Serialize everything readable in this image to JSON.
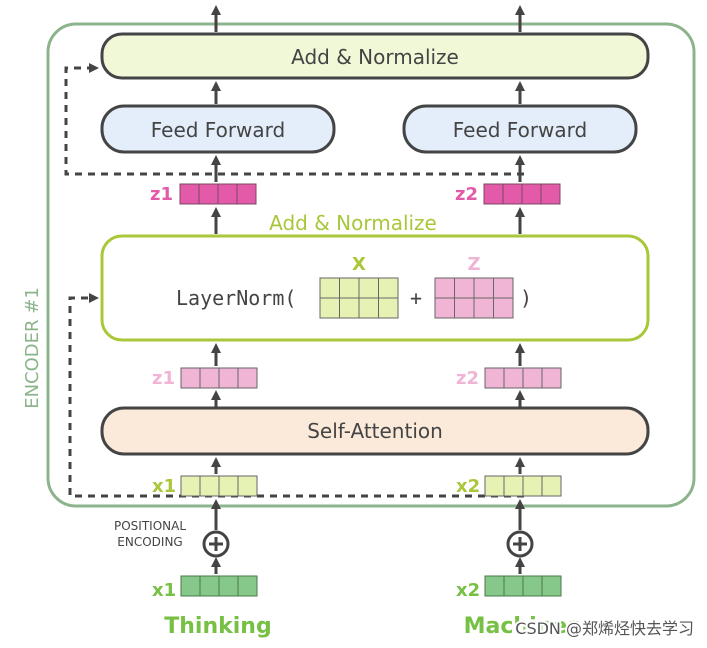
{
  "encoder_label": "ENCODER #1",
  "add_normalize_top": "Add & Normalize",
  "feed_forward_left": "Feed Forward",
  "feed_forward_right": "Feed Forward",
  "add_normalize_mid": "Add & Normalize",
  "layernorm_prefix": "LayerNorm(",
  "layernorm_plus": "+",
  "layernorm_suffix": ")",
  "x_matrix_label": "X",
  "z_matrix_label": "Z",
  "self_attention": "Self-Attention",
  "z1_top": "z1",
  "z2_top": "z2",
  "z1_mid": "z1",
  "z2_mid": "z2",
  "x1_inner": "x1",
  "x2_inner": "x2",
  "x1_input": "x1",
  "x2_input": "x2",
  "positional_line1": "POSITIONAL",
  "positional_line2": "ENCODING",
  "plus_symbol": "+",
  "word_left": "Thinking",
  "word_right": "Machines",
  "watermark": "CSDN @郑烯烃快去学习",
  "colors": {
    "encoder_border": "#8cb48c",
    "add_norm_fill": "#f0f8d8",
    "feed_forward_fill": "#e3eefa",
    "self_attention_fill": "#fbe9da",
    "layernorm_border": "#a8c83a",
    "z_dark": "#e35aa8",
    "z_light": "#f0b4d4",
    "x_light": "#e6f2b4",
    "x_input": "#86c78a",
    "label_green": "#76c043",
    "text_dark": "#444444"
  }
}
